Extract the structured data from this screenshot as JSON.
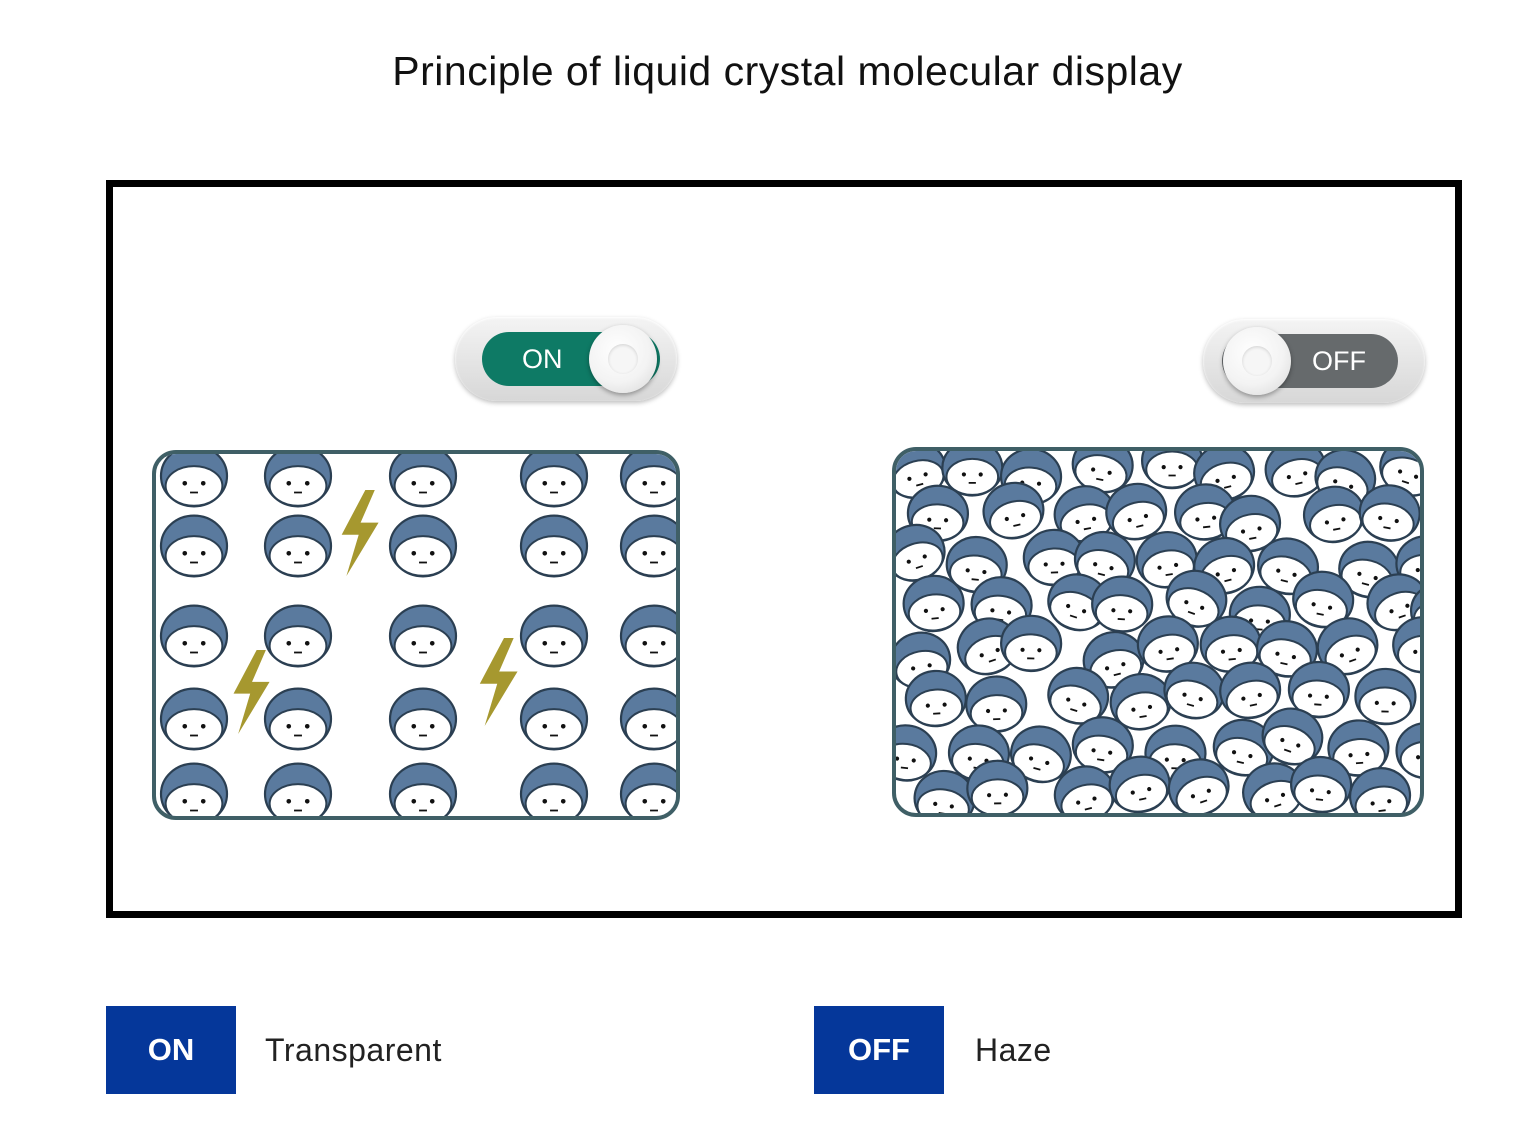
{
  "title": "Principle of liquid crystal molecular display",
  "switches": {
    "on": {
      "label": "ON",
      "state": "on",
      "color": "#0e7a65"
    },
    "off": {
      "label": "OFF",
      "state": "off",
      "color": "#666a6c"
    }
  },
  "panels": {
    "on_state": {
      "arrangement": "aligned",
      "has_electric_field": true
    },
    "off_state": {
      "arrangement": "random"
    }
  },
  "legend": [
    {
      "badge": "ON",
      "description": "Transparent"
    },
    {
      "badge": "OFF",
      "description": "Haze"
    }
  ],
  "colors": {
    "molecule": "#5a7a9e",
    "molecule_outline": "#2b3f52",
    "panel_border": "#3f5f66",
    "lightning": "#a6982f",
    "legend_badge": "#05379a"
  },
  "icons": [
    "toggle-switch-on-icon",
    "toggle-switch-off-icon",
    "lightning-bolt-icon",
    "liquid-crystal-molecule-icon"
  ]
}
